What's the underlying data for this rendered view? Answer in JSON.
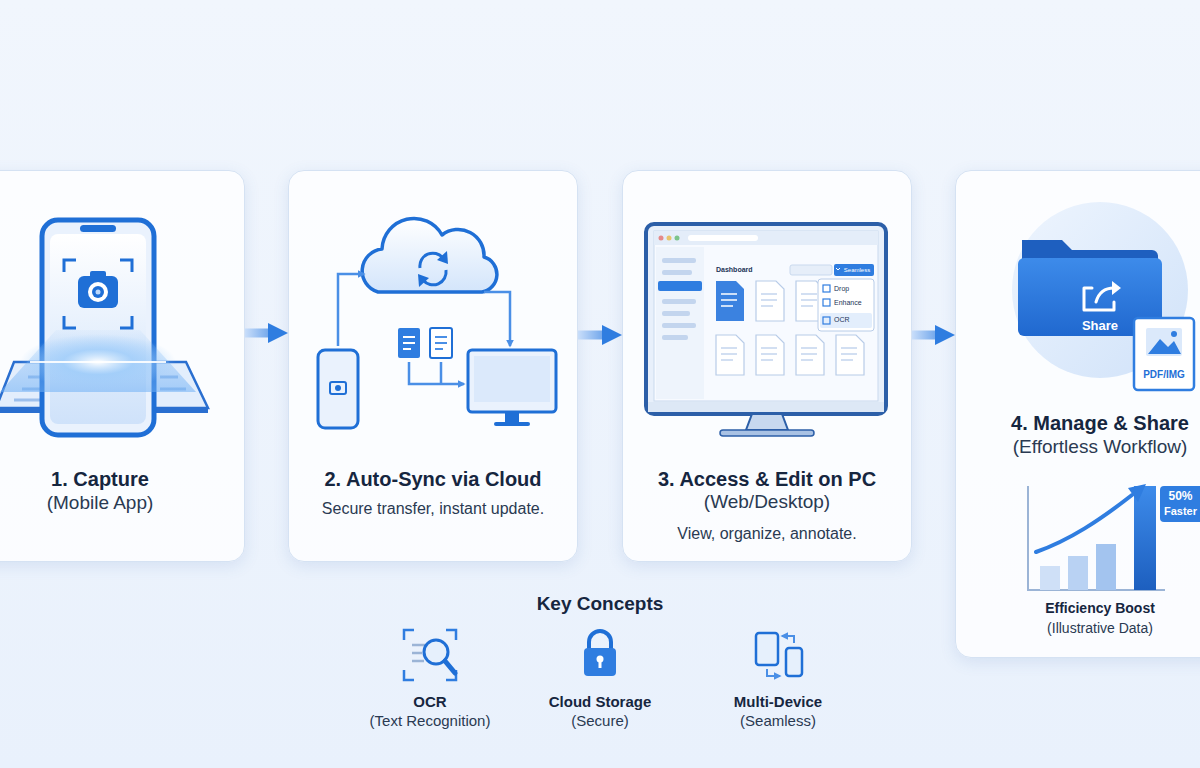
{
  "diagram": {
    "nodes": [
      {
        "text": [
          "1. Capture",
          "(Mobile App)"
        ]
      },
      {
        "text": [
          "2. Auto-Sync via Cloud",
          "Secure transfer, instant update."
        ]
      },
      {
        "text": [
          "3. Access & Edit on PC",
          "(Web/Desktop)",
          "View, organize, annotate."
        ]
      },
      {
        "text": [
          "4. Manage & Share",
          "(Effortless Workflow)"
        ]
      }
    ],
    "edges": [
      {
        "from": 0,
        "to": 1,
        "arrow": "to"
      },
      {
        "from": 1,
        "to": 2,
        "arrow": "to"
      },
      {
        "from": 2,
        "to": 3,
        "arrow": "to"
      }
    ],
    "labels": [
      "Dashboard",
      "Seamless",
      "Drop",
      "Enhance",
      "OCR",
      "Share",
      "PDF/IMG",
      "50%",
      "Faster",
      "Efficiency Boost",
      "(Illustrative Data)",
      "Key Concepts",
      "OCR",
      "(Text Recognition)",
      "Cloud Storage",
      "(Secure)",
      "Multi-Device",
      "(Seamless)"
    ]
  }
}
